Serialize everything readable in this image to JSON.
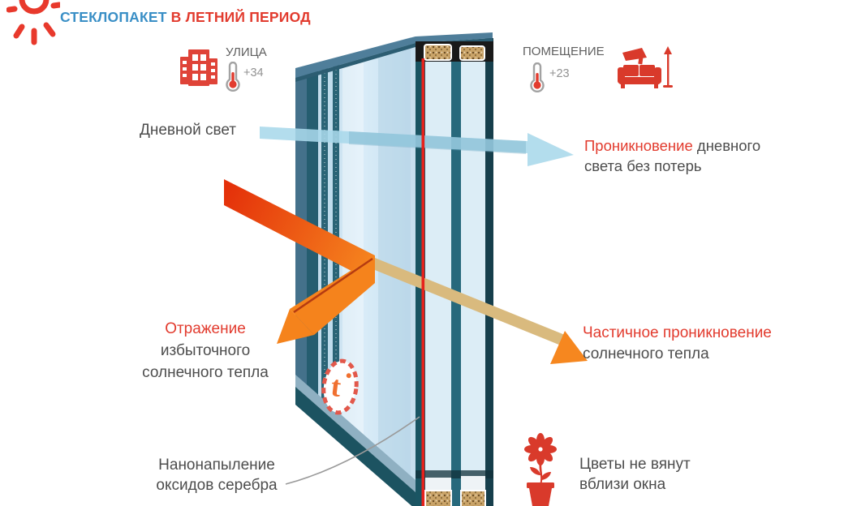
{
  "header": {
    "brand": "СТЕКЛОПАКЕТ",
    "period": "В ЛЕТНИЙ ПЕРИОД"
  },
  "outdoor": {
    "label": "УЛИЦА",
    "temperature": "+34"
  },
  "indoor": {
    "label": "ПОМЕЩЕНИЕ",
    "temperature": "+23"
  },
  "annotations": {
    "daylight_label": "Дневной свет",
    "light_penetration": {
      "highlight": "Проникновение",
      "rest": " дневного",
      "line2": "света без потерь"
    },
    "reflection": {
      "highlight": "Отражение",
      "line2": "избыточного",
      "line3": "солнечного тепла"
    },
    "partial_penetration": {
      "highlight": "Частичное проникновение",
      "line2": "солнечного тепла"
    },
    "coating": {
      "line1": "Нанонапыление",
      "line2": "оксидов серебра"
    },
    "flowers": {
      "line1": "Цветы не вянут",
      "line2": "вблизи окна"
    }
  },
  "badge": {
    "letter": "t"
  },
  "icons": {
    "logo": "sun-icon",
    "outdoor": "building-icon",
    "outdoor_temp": "thermometer-icon",
    "indoor_temp": "thermometer-icon",
    "indoor": "sofa-lamp-icon",
    "bottom": "flower-pot-icon"
  },
  "colors": {
    "accent_red": "#e23b2e",
    "title_blue": "#3a8fc6",
    "text_gray": "#4d4d4d",
    "temp_gray": "#929292",
    "daylight_arrow_blue": "#a9d8ea",
    "heat_arrow_red": "#e4300a",
    "heat_arrow_orange": "#f5831c",
    "transmitted_band_tan": "#d9ba7e",
    "frame_teal": "#1d5a68",
    "glass_blue": "#cfe6f3",
    "coating_line_red": "#e7211b"
  }
}
